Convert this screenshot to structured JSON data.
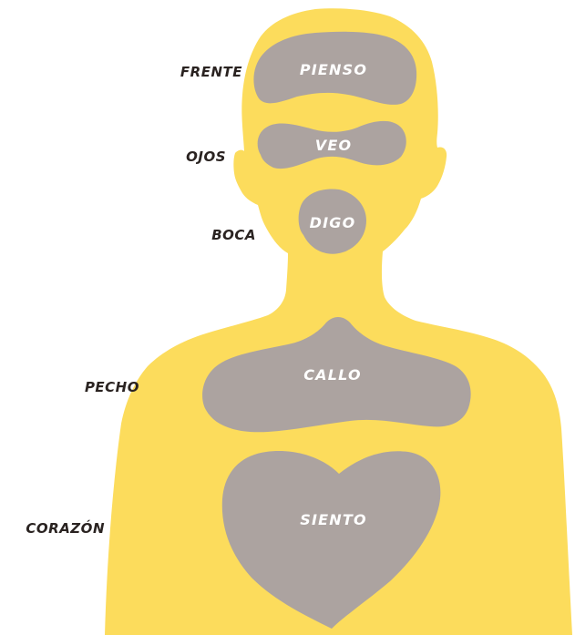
{
  "colors": {
    "body": "#fcdc5c",
    "zone": "#aca3a0",
    "zone_text": "#ffffff",
    "side_text": "#2a2321"
  },
  "figure": {
    "side_labels": {
      "frente": "FRENTE",
      "ojos": "OJOS",
      "boca": "BOCA",
      "pecho": "PECHO",
      "corazon": "CORAZÓN"
    },
    "zones": {
      "frente": "PIENSO",
      "ojos": "VEO",
      "boca": "DIGO",
      "pecho": "CALLO",
      "corazon": "SIENTO"
    }
  }
}
